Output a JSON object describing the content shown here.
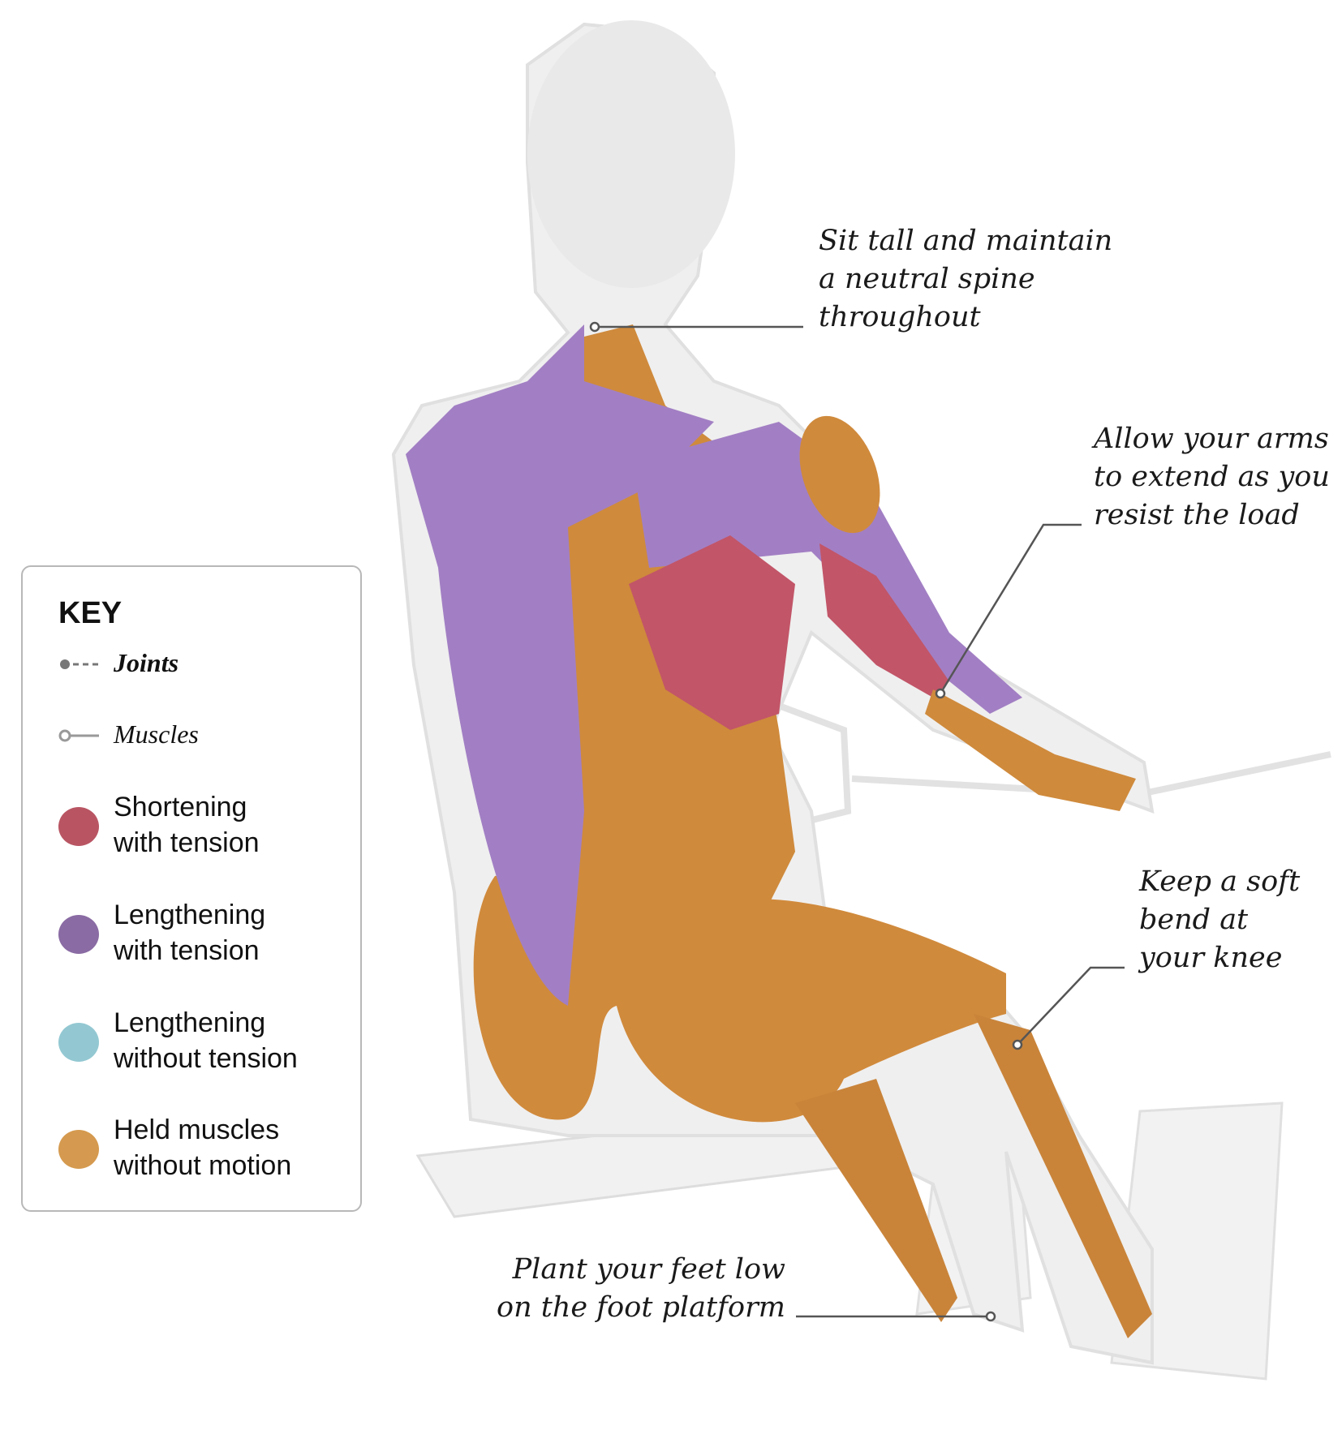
{
  "annotations": {
    "spine": [
      "Sit tall and maintain",
      "a neutral spine",
      "throughout"
    ],
    "arms": [
      "Allow your arms",
      "to extend as you",
      "resist the load"
    ],
    "knee": [
      "Keep a soft",
      "bend at",
      "your knee"
    ],
    "feet": [
      "Plant your feet low",
      "on the foot platform"
    ]
  },
  "key": {
    "title": "KEY",
    "joints_label": "Joints",
    "muscles_label": "Muscles",
    "items": [
      {
        "line1": "Shortening",
        "line2": "with tension",
        "color": "#b95563"
      },
      {
        "line1": "Lengthening",
        "line2": "with tension",
        "color": "#8a6ba3"
      },
      {
        "line1": "Lengthening",
        "line2": "without tension",
        "color": "#93c8d2"
      },
      {
        "line1": "Held muscles",
        "line2": "without motion",
        "color": "#d59a4f"
      }
    ]
  },
  "colors": {
    "shortening": "#c25568",
    "lengthening": "#a27fc4",
    "held": "#cf8a3c",
    "body": "#ececec"
  }
}
